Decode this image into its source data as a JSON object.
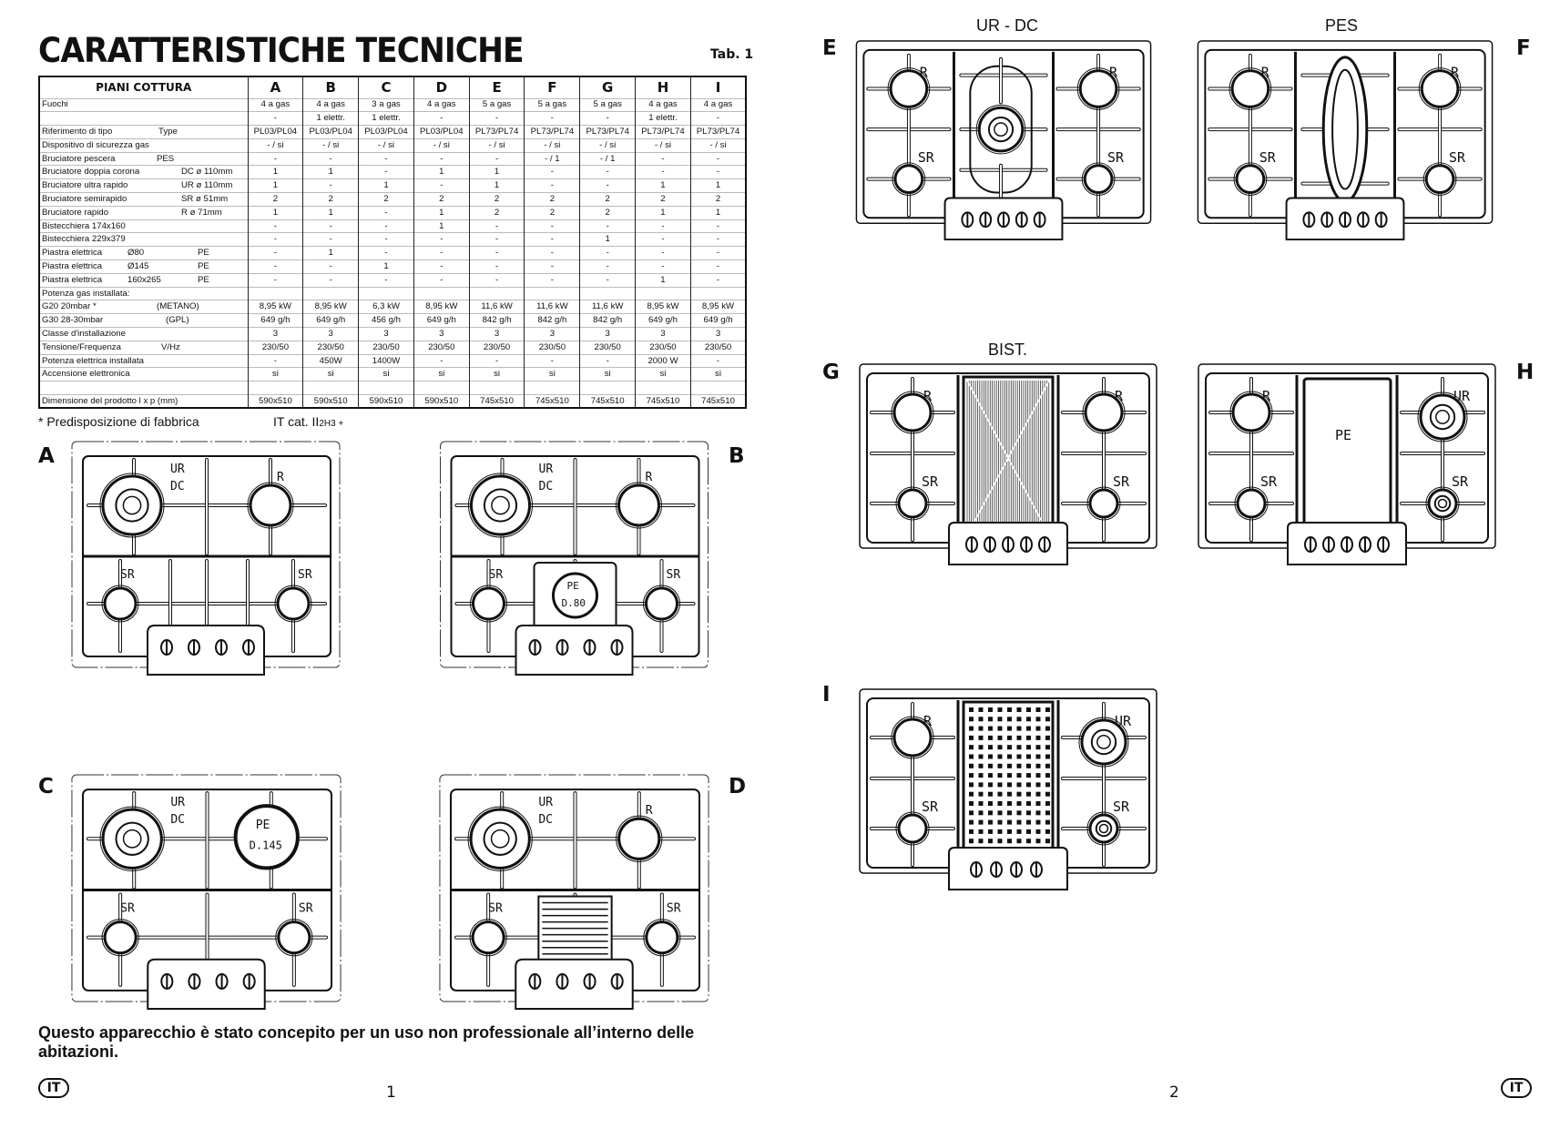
{
  "title": "CARATTERISTICHE TECNICHE",
  "table_ref": "Tab. 1",
  "table": {
    "header": "PIANI COTTURA",
    "columns": [
      "A",
      "B",
      "C",
      "D",
      "E",
      "F",
      "G",
      "H",
      "I"
    ],
    "rows": [
      {
        "label": [
          "Fuochi"
        ],
        "values": [
          "4 a gas",
          "4 a gas",
          "3 a gas",
          "4 a gas",
          "5 a gas",
          "5 a gas",
          "5 a gas",
          "4 a gas",
          "4 a gas"
        ]
      },
      {
        "label": [
          ""
        ],
        "values": [
          "-",
          "1 elettr.",
          "1 elettr.",
          "-",
          "-",
          "-",
          "-",
          "1 elettr.",
          "-"
        ]
      },
      {
        "label": [
          "Riferimento di tipo",
          "Type"
        ],
        "values": [
          "PL03/PL04",
          "PL03/PL04",
          "PL03/PL04",
          "PL03/PL04",
          "PL73/PL74",
          "PL73/PL74",
          "PL73/PL74",
          "PL73/PL74",
          "PL73/PL74"
        ]
      },
      {
        "label": [
          "Dispositivo di sicurezza gas"
        ],
        "values": [
          "-  /  si",
          "-  /  si",
          "-  /  si",
          "-  /  si",
          "-  /  si",
          "-  /  si",
          "-  /  si",
          "-  /  si",
          "-  /  si"
        ]
      },
      {
        "label": [
          "Bruciatore pescera",
          "PES"
        ],
        "values": [
          "-",
          "-",
          "-",
          "-",
          "-",
          "-  /  1",
          "-  /  1",
          "-",
          "-"
        ]
      },
      {
        "label": [
          "Bruciatore doppia corona",
          "DC ø 110mm"
        ],
        "values": [
          "1",
          "1",
          "-",
          "1",
          "1",
          "-",
          "-",
          "-",
          "-"
        ]
      },
      {
        "label": [
          "Bruciatore ultra rapido",
          "UR ø 110mm"
        ],
        "values": [
          "1",
          "-",
          "1",
          "-",
          "1",
          "-",
          "-",
          "1",
          "1"
        ]
      },
      {
        "label": [
          "Bruciatore semirapido",
          "SR ø 51mm"
        ],
        "values": [
          "2",
          "2",
          "2",
          "2",
          "2",
          "2",
          "2",
          "2",
          "2"
        ]
      },
      {
        "label": [
          "Bruciatore rapido",
          "R   ø 71mm"
        ],
        "values": [
          "1",
          "1",
          "-",
          "1",
          "2",
          "2",
          "2",
          "1",
          "1"
        ]
      },
      {
        "label": [
          "Bistecchiera 174x160"
        ],
        "values": [
          "-",
          "-",
          "-",
          "1",
          "-",
          "-",
          "-",
          "-",
          "-"
        ]
      },
      {
        "label": [
          "Bistecchiera 229x379"
        ],
        "values": [
          "-",
          "-",
          "-",
          "-",
          "-",
          "-",
          "1",
          "-",
          "-"
        ]
      },
      {
        "label": [
          "Piastra elettrica",
          "Ø80",
          "PE"
        ],
        "values": [
          "-",
          "1",
          "-",
          "-",
          "-",
          "-",
          "-",
          "-",
          "-"
        ]
      },
      {
        "label": [
          "Piastra elettrica",
          "Ø145",
          "PE"
        ],
        "values": [
          "-",
          "-",
          "1",
          "-",
          "-",
          "-",
          "-",
          "-",
          "-"
        ]
      },
      {
        "label": [
          "Piastra elettrica",
          "160x265",
          "PE"
        ],
        "values": [
          "-",
          "-",
          "-",
          "-",
          "-",
          "-",
          "-",
          "1",
          "-"
        ]
      },
      {
        "label": [
          "Potenza gas installata:"
        ],
        "values": [
          "",
          "",
          "",
          "",
          "",
          "",
          "",
          "",
          ""
        ]
      },
      {
        "label": [
          " G20 20mbar *",
          "(METANO)"
        ],
        "values": [
          "8,95 kW",
          "8,95 kW",
          "6,3 kW",
          "8,95 kW",
          "11,6 kW",
          "11,6 kW",
          "11,6 kW",
          "8,95 kW",
          "8,95 kW"
        ]
      },
      {
        "label": [
          " G30 28-30mbar",
          "(GPL)"
        ],
        "values": [
          "649 g/h",
          "649 g/h",
          "456 g/h",
          "649 g/h",
          "842 g/h",
          "842 g/h",
          "842 g/h",
          "649 g/h",
          "649 g/h"
        ]
      },
      {
        "label": [
          "Classe d'installazione"
        ],
        "values": [
          "3",
          "3",
          "3",
          "3",
          "3",
          "3",
          "3",
          "3",
          "3"
        ]
      },
      {
        "label": [
          "Tensione/Frequenza",
          "V/Hz"
        ],
        "values": [
          "230/50",
          "230/50",
          "230/50",
          "230/50",
          "230/50",
          "230/50",
          "230/50",
          "230/50",
          "230/50"
        ]
      },
      {
        "label": [
          "Potenza elettrica installata"
        ],
        "values": [
          "-",
          "450W",
          "1400W",
          "-",
          "-",
          "-",
          "-",
          "2000 W",
          "-"
        ]
      },
      {
        "label": [
          "Accensione elettronica"
        ],
        "values": [
          "si",
          "si",
          "si",
          "si",
          "si",
          "si",
          "si",
          "si",
          "si"
        ]
      },
      {
        "label": [
          ""
        ],
        "values": [
          "",
          "",
          "",
          "",
          "",
          "",
          "",
          "",
          ""
        ]
      },
      {
        "label": [
          "Dimensione del prodotto  l x p (mm)"
        ],
        "values": [
          "590x510",
          "590x510",
          "590x510",
          "590x510",
          "745x510",
          "745x510",
          "745x510",
          "745x510",
          "745x510"
        ]
      }
    ]
  },
  "footnote": "*  Predisposizione di fabbrica",
  "category": {
    "main": "IT cat. II",
    "sub": "2H3 +"
  },
  "diagrams": [
    {
      "id": "A",
      "labels": [
        "UR",
        "DC",
        "R",
        "SR",
        "SR"
      ]
    },
    {
      "id": "B",
      "labels": [
        "UR",
        "DC",
        "R",
        "SR",
        "PE",
        "D.80",
        "SR"
      ]
    },
    {
      "id": "C",
      "labels": [
        "UR",
        "DC",
        "PE",
        "D.145",
        "SR",
        "SR"
      ]
    },
    {
      "id": "D",
      "labels": [
        "UR",
        "DC",
        "R",
        "SR",
        "SR"
      ]
    },
    {
      "id": "E",
      "caption": "UR - DC",
      "labels": [
        "R",
        "SR",
        "R",
        "SR"
      ]
    },
    {
      "id": "F",
      "caption": "PES",
      "labels": [
        "R",
        "SR",
        "R",
        "SR"
      ]
    },
    {
      "id": "G",
      "caption": "BIST.",
      "labels": [
        "R",
        "SR",
        "R",
        "SR"
      ]
    },
    {
      "id": "H",
      "labels": [
        "R",
        "SR",
        "PE",
        "UR",
        "SR"
      ]
    },
    {
      "id": "I",
      "labels": [
        "R",
        "SR",
        "UR",
        "SR"
      ]
    }
  ],
  "note": "Questo apparecchio è stato concepito per un uso non professionale all’interno delle abitazioni.",
  "badge": "IT",
  "pages": [
    "1",
    "2"
  ]
}
